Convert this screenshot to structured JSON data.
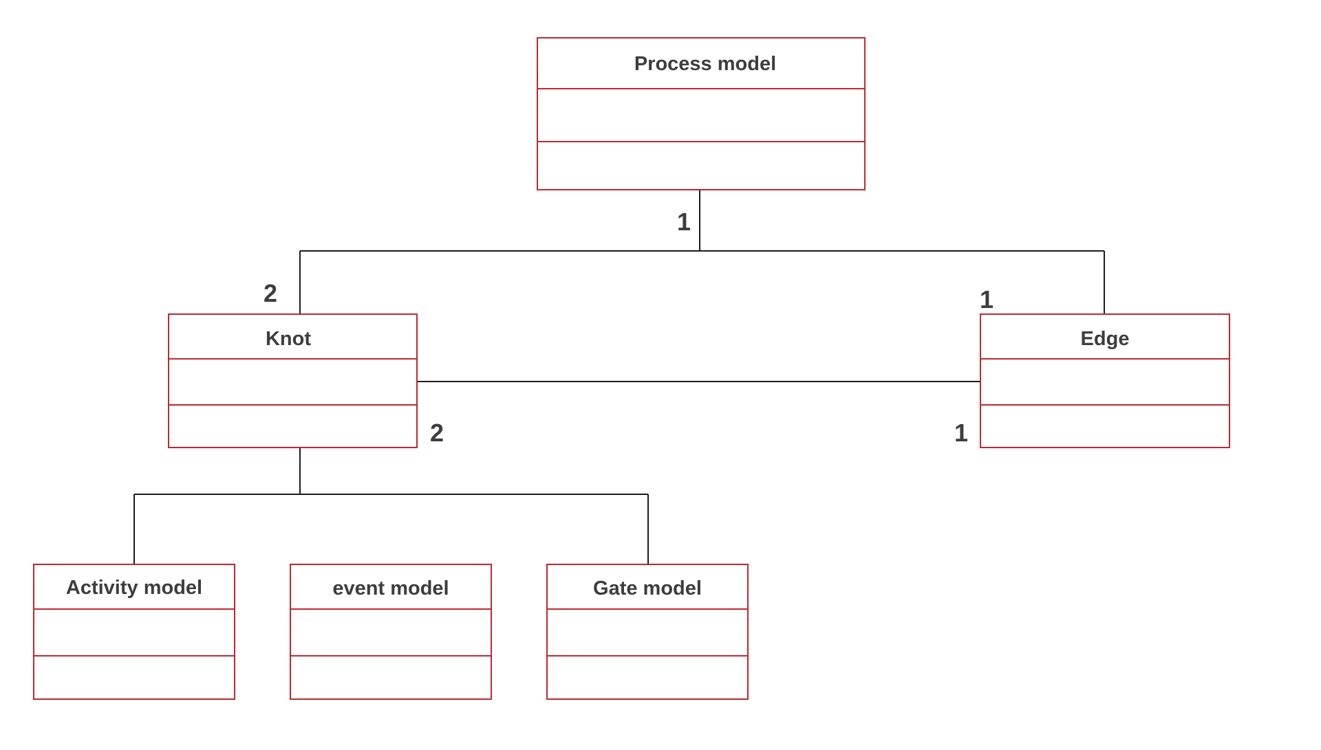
{
  "diagram": {
    "colors": {
      "box_border": "#c0272d",
      "connector": "#1a1a1a",
      "text": "#3d3d3d",
      "background": "#ffffff"
    },
    "classes": {
      "process_model": {
        "name": "Process model"
      },
      "knot": {
        "name": "Knot"
      },
      "edge": {
        "name": "Edge"
      },
      "activity_model": {
        "name": "Activity model"
      },
      "event_model": {
        "name": "event model"
      },
      "gate_model": {
        "name": "Gate model"
      }
    },
    "multiplicities": {
      "process_side": "1",
      "knot_top": "2",
      "edge_top": "1",
      "knot_right": "2",
      "edge_left": "1"
    }
  }
}
